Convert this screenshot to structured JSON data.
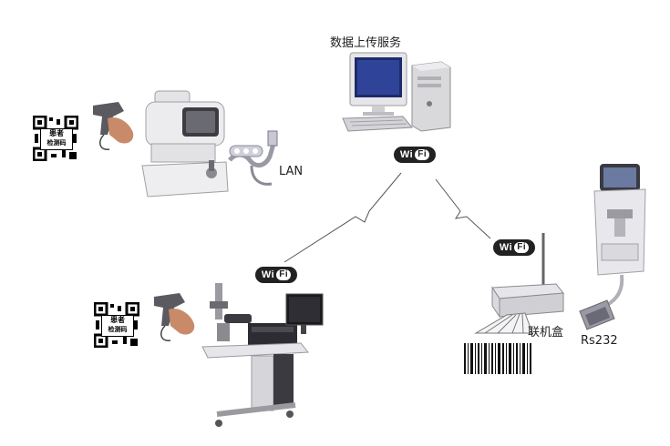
{
  "labels": {
    "server": "数据上传服务",
    "lan": "LAN",
    "box": "联机盒",
    "rs232": "Rs232"
  },
  "wifi": {
    "wi": "Wi",
    "fi": "Fi"
  },
  "qr": {
    "line1": "患者",
    "line2": "检测码"
  },
  "colors": {
    "line": "#555555",
    "device": "#e8e8ea",
    "dark": "#222222"
  }
}
